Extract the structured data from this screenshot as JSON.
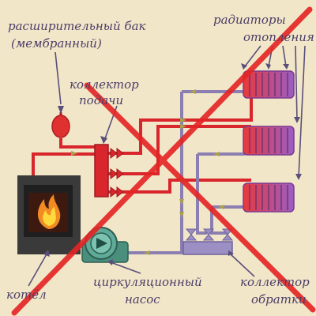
{
  "labels": {
    "expansion_tank_line1": "расширительный бак",
    "expansion_tank_line2": "(мембранный)",
    "radiators_line1": "радиаторы",
    "radiators_line2": "отопления",
    "supply_manifold_line1": "коллектор",
    "supply_manifold_line2": "подачи",
    "boiler": "котёл",
    "pump_line1": "циркуляционный",
    "pump_line2": "насос",
    "return_manifold_line1": "коллектор",
    "return_manifold_line2": "обратки"
  },
  "colors": {
    "background": "#f2e6c9",
    "supply_pipe": "#d8262c",
    "return_pipe": "#8b7fb1",
    "radiator_red": "#e03131",
    "radiator_purple": "#9b5fc0",
    "cross": "#e42424",
    "label": "#4a3d66",
    "flow_arrow": "#a8a04c"
  },
  "icons": {
    "cross": "prohibition-cross",
    "flame": "flame-icon",
    "pump": "pump-icon"
  }
}
